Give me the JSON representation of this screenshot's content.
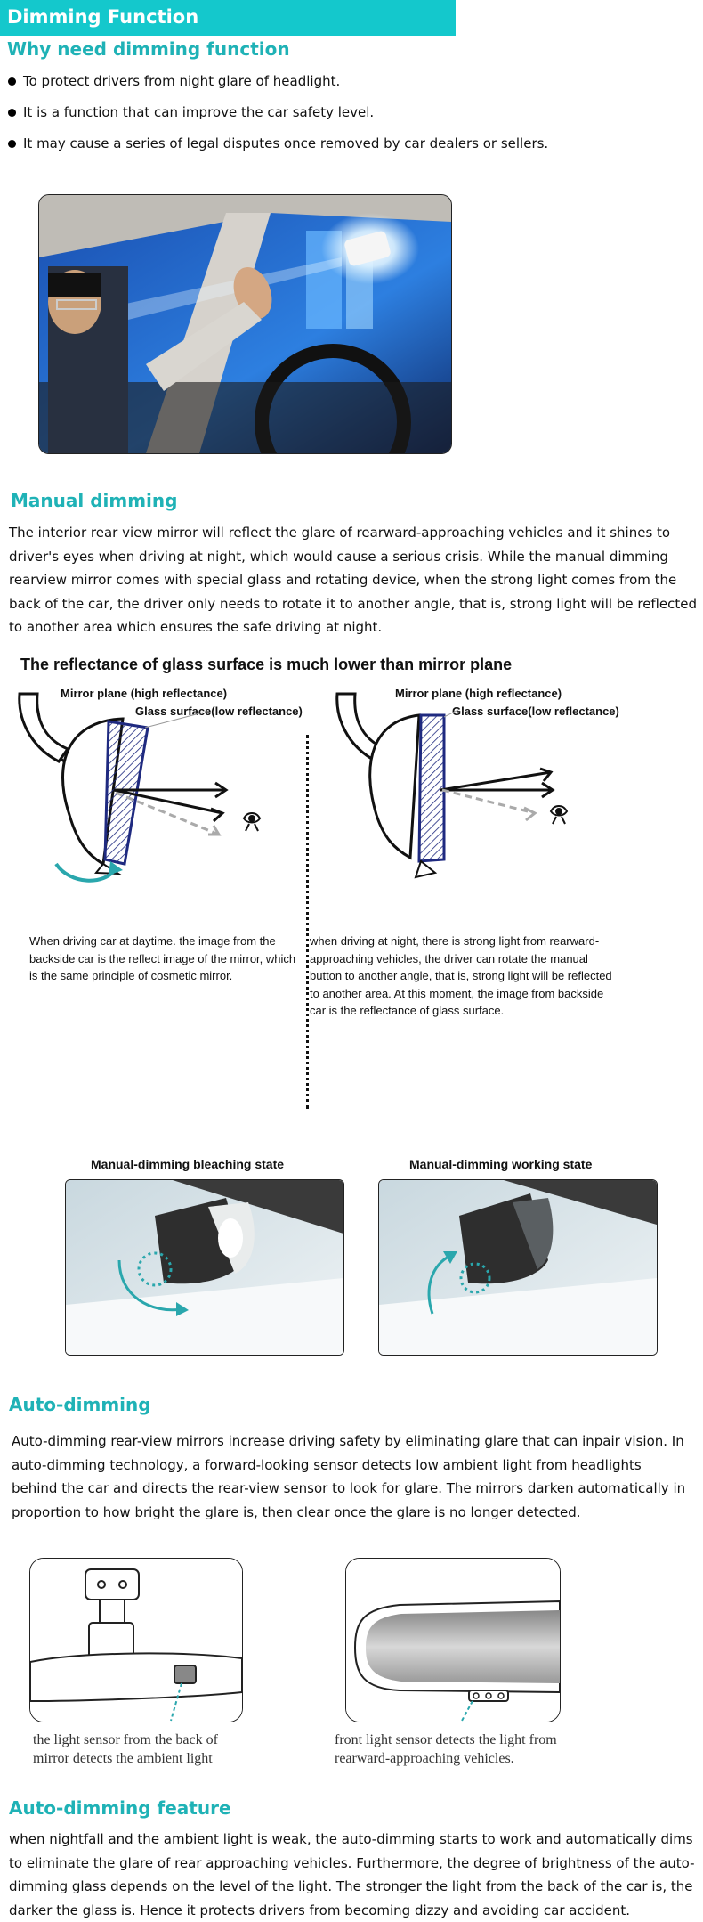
{
  "banner": {
    "title": "Dimming Function"
  },
  "why": {
    "heading": "Why need dimming function",
    "bullets": [
      "To protect drivers from night glare of headlight.",
      "It is a function that can improve the car safety level.",
      "It may cause a series of legal disputes once removed by car dealers or sellers."
    ]
  },
  "manual": {
    "heading": "Manual dimming",
    "paragraph": "The interior rear view mirror will reflect the glare of rearward-approaching vehicles and it shines to driver's eyes when driving at night, which would cause a serious crisis. While the manual dimming rearview mirror comes with special glass and rotating device, when the strong light comes from the back of the car, the driver only needs to rotate it to another angle, that is, strong light will be reflected to another area which ensures the safe driving at night."
  },
  "diagram": {
    "title": "The reflectance of glass surface is much lower than mirror plane",
    "left": {
      "mirror_label": "Mirror plane (high reflectance)",
      "glass_label": "Glass surface(low reflectance)",
      "text": "When driving car at daytime. the image from the backside car is the reflect image of the mirror, which is the same principle of cosmetic mirror."
    },
    "right": {
      "mirror_label": "Mirror plane (high reflectance)",
      "glass_label": "Glass surface(low reflectance)",
      "text": "when driving at night, there is strong light from rearward-approaching vehicles, the driver can rotate the manual button to another angle, that is, strong light will be reflected to another area. At this moment, the image from backside car is the reflectance of glass surface."
    },
    "colors": {
      "glass": "#1f2a80",
      "arrow_teal": "#2aa7ad",
      "dashed": "#aaaaaa"
    }
  },
  "states": {
    "bleaching": "Manual-dimming bleaching state",
    "working": "Manual-dimming working state"
  },
  "auto": {
    "heading": "Auto-dimming",
    "paragraph": "Auto-dimming rear-view mirrors increase driving safety by eliminating glare that can inpair vision. In auto-dimming technology, a forward-looking sensor detects low ambient light from headlights behind the car and directs the rear-view sensor to look for glare. The mirrors darken automatically in proportion to how bright the glare is, then clear once the glare is no longer detected.",
    "caption_left": "the light sensor from the back of mirror detects the ambient light",
    "caption_right": "front light sensor detects the light from rearward-approaching vehicles."
  },
  "feature": {
    "heading": "Auto-dimming feature",
    "paragraph": "when nightfall and the ambient light is weak, the auto-dimming starts to work and automatically dims to eliminate the glare of rear approaching vehicles. Furthermore, the degree of brightness of the auto-dimming glass depends on the level of the light. The stronger the light from the back of the car is, the darker the glass is. Hence it protects drivers from becoming dizzy and avoiding car accident."
  },
  "accent": {
    "banner": "#14c8cc",
    "heading": "#1fb2b6"
  }
}
